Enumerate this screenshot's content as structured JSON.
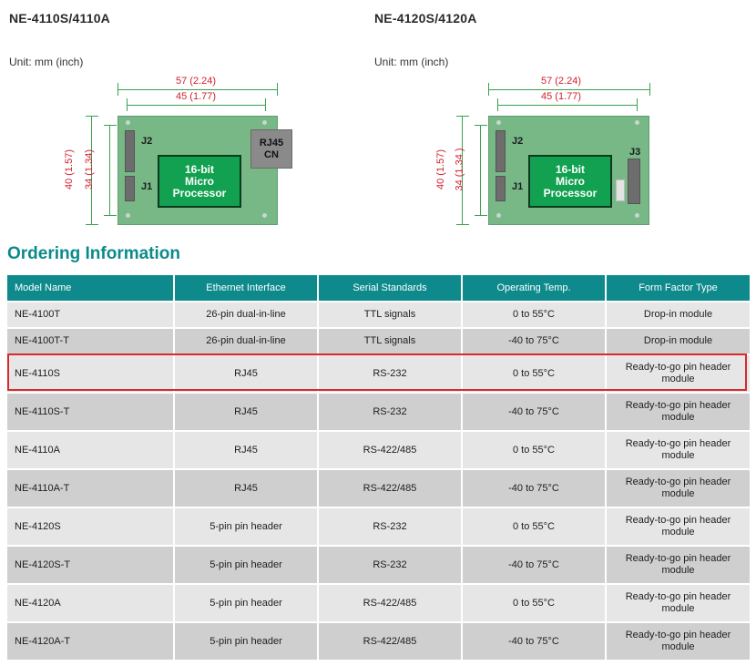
{
  "panels": [
    {
      "title": "NE-4110S/4110A",
      "unit": "Unit: mm (inch)",
      "dims": {
        "outer_width": "57 (2.24)",
        "inner_width": "45 (1.77)",
        "outer_height": "40 (1.57)",
        "inner_height": "34 (1.34)"
      },
      "labels": {
        "j2": "J2",
        "j1": "J1",
        "chip_line1": "16-bit",
        "chip_line2": "Micro",
        "chip_line3": "Processor",
        "rj45_line1": "RJ45",
        "rj45_line2": "CN"
      }
    },
    {
      "title": "NE-4120S/4120A",
      "unit": "Unit: mm (inch)",
      "dims": {
        "outer_width": "57 (2.24)",
        "inner_width": "45 (1.77)",
        "outer_height": "40 (1.57)",
        "inner_height": "34 (1.34 )"
      },
      "labels": {
        "j2": "J2",
        "j1": "J1",
        "j3": "J3",
        "chip_line1": "16-bit",
        "chip_line2": "Micro",
        "chip_line3": "Processor"
      }
    }
  ],
  "ordering": {
    "title": "Ordering Information",
    "headers": [
      "Model Name",
      "Ethernet Interface",
      "Serial Standards",
      "Operating Temp.",
      "Form Factor Type"
    ],
    "rows": [
      [
        "NE-4100T",
        "26-pin dual-in-line",
        "TTL signals",
        "0 to 55°C",
        "Drop-in module"
      ],
      [
        "NE-4100T-T",
        "26-pin dual-in-line",
        "TTL signals",
        "-40 to 75°C",
        "Drop-in module"
      ],
      [
        "NE-4110S",
        "RJ45",
        "RS-232",
        "0 to 55°C",
        "Ready-to-go pin header module"
      ],
      [
        "NE-4110S-T",
        "RJ45",
        "RS-232",
        "-40 to 75°C",
        "Ready-to-go pin header module"
      ],
      [
        "NE-4110A",
        "RJ45",
        "RS-422/485",
        "0 to 55°C",
        "Ready-to-go pin header module"
      ],
      [
        "NE-4110A-T",
        "RJ45",
        "RS-422/485",
        "-40 to 75°C",
        "Ready-to-go pin header module"
      ],
      [
        "NE-4120S",
        "5-pin pin header",
        "RS-232",
        "0 to 55°C",
        "Ready-to-go pin header module"
      ],
      [
        "NE-4120S-T",
        "5-pin pin header",
        "RS-232",
        "-40 to 75°C",
        "Ready-to-go pin header module"
      ],
      [
        "NE-4120A",
        "5-pin pin header",
        "RS-422/485",
        "0 to 55°C",
        "Ready-to-go pin header module"
      ],
      [
        "NE-4120A-T",
        "5-pin pin header",
        "RS-422/485",
        "-40 to 75°C",
        "Ready-to-go pin header module"
      ]
    ],
    "highlighted_row": 2
  },
  "colors": {
    "accent": "#0e8a8c",
    "highlight": "#d52b2b",
    "dimension": "#d21f2e",
    "board": "#77b886",
    "chip": "#12a150"
  }
}
